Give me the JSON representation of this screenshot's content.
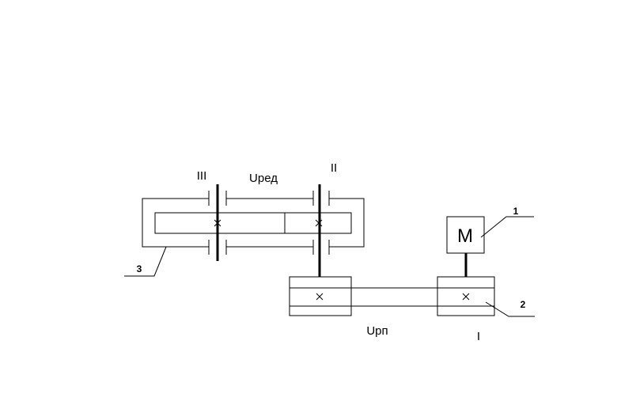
{
  "shafts": {
    "shaft_1": "I",
    "shaft_2": "II",
    "shaft_3": "III"
  },
  "ratios": {
    "reducer": "Uред",
    "belt": "Uрп"
  },
  "motor": {
    "symbol": "M"
  },
  "callouts": {
    "motor": "1",
    "belt_pulley": "2",
    "reducer_housing": "3"
  }
}
